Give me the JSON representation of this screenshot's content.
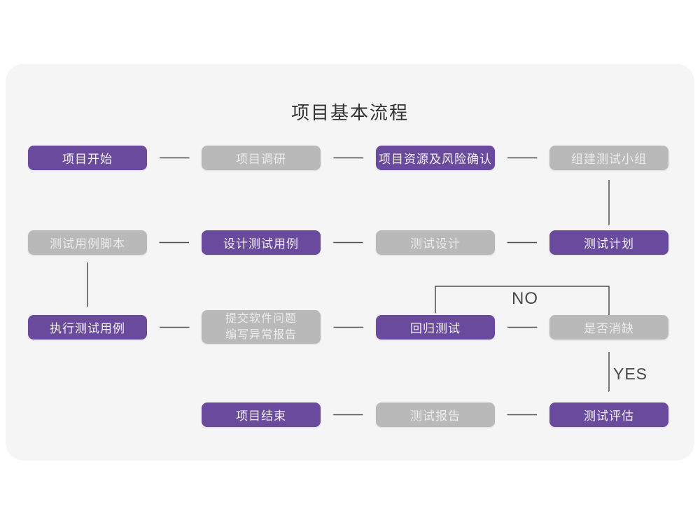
{
  "title": "项目基本流程",
  "colors": {
    "primary_box": "#6a4a9c",
    "secondary_box": "#b9b9b9",
    "card_background": "#f5f5f6",
    "arrow": "#4f4f4f",
    "title_text": "#333333"
  },
  "nodes": [
    {
      "id": "project-start",
      "label": "项目开始",
      "type": "primary"
    },
    {
      "id": "project-research",
      "label": "项目调研",
      "type": "secondary"
    },
    {
      "id": "resource-risk-confirm",
      "label": "项目资源及风险确认",
      "type": "primary"
    },
    {
      "id": "build-test-team",
      "label": "组建测试小组",
      "type": "secondary"
    },
    {
      "id": "test-case-script",
      "label": "测试用例脚本",
      "type": "secondary"
    },
    {
      "id": "design-test-case",
      "label": "设计测试用例",
      "type": "primary"
    },
    {
      "id": "test-design",
      "label": "测试设计",
      "type": "secondary"
    },
    {
      "id": "test-plan",
      "label": "测试计划",
      "type": "primary"
    },
    {
      "id": "execute-test-case",
      "label": "执行测试用例",
      "type": "primary"
    },
    {
      "id": "submit-issue-report",
      "label": "提交软件问题\n编写异常报告",
      "type": "secondary"
    },
    {
      "id": "regression-test",
      "label": "回归测试",
      "type": "primary"
    },
    {
      "id": "defect-cleared",
      "label": "是否消缺",
      "type": "secondary"
    },
    {
      "id": "project-end",
      "label": "项目结束",
      "type": "primary"
    },
    {
      "id": "test-report",
      "label": "测试报告",
      "type": "secondary"
    },
    {
      "id": "test-evaluate",
      "label": "测试评估",
      "type": "primary"
    }
  ],
  "edge_labels": {
    "no": "NO",
    "yes": "YES"
  }
}
